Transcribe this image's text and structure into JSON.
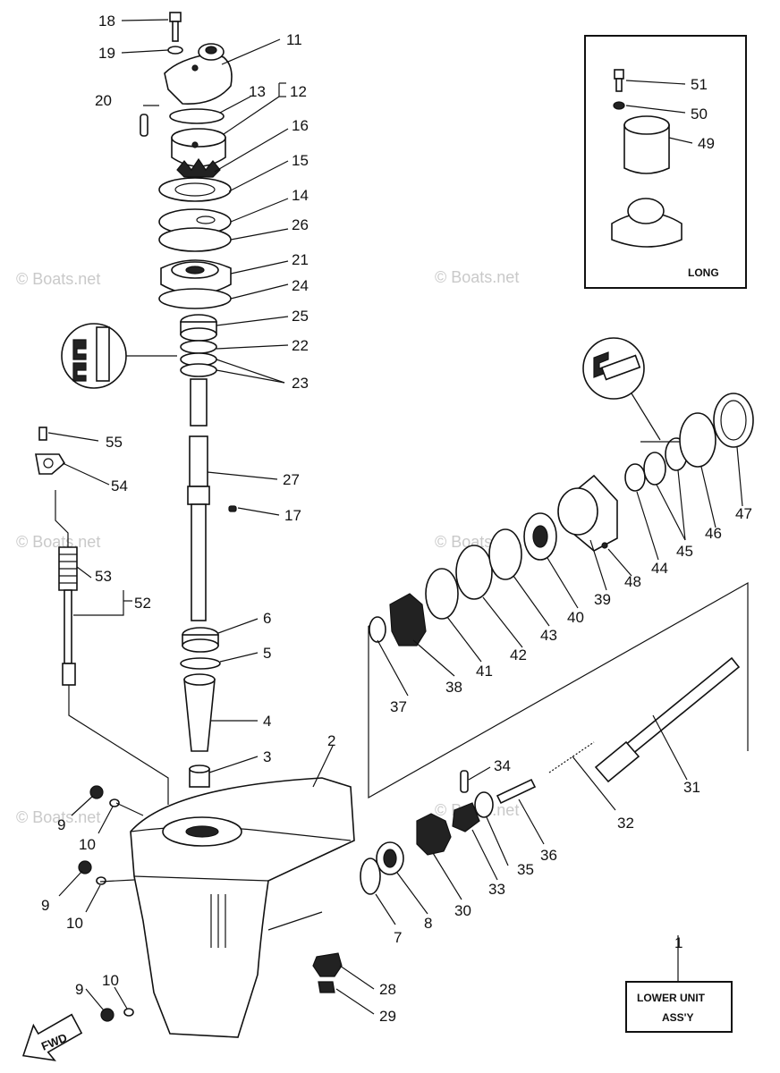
{
  "watermark": "© Boats.net",
  "inset": {
    "label": "LONG",
    "parts": [
      "51",
      "50",
      "49"
    ]
  },
  "title_box": {
    "part_no": "1",
    "line1": "LOWER UNIT",
    "line2": "ASS'Y"
  },
  "fwd_label": "FWD",
  "labels": {
    "p2": "2",
    "p3": "3",
    "p4": "4",
    "p5": "5",
    "p6": "6",
    "p7": "7",
    "p8": "8",
    "p9a": "9",
    "p9b": "9",
    "p9c": "9",
    "p10a": "10",
    "p10b": "10",
    "p10c": "10",
    "p11": "11",
    "p12": "12",
    "p13": "13",
    "p14": "14",
    "p15": "15",
    "p16": "16",
    "p17": "17",
    "p18": "18",
    "p19": "19",
    "p20": "20",
    "p21": "21",
    "p22": "22",
    "p23": "23",
    "p24": "24",
    "p25": "25",
    "p26": "26",
    "p27": "27",
    "p28": "28",
    "p29": "29",
    "p30": "30",
    "p31": "31",
    "p32": "32",
    "p33": "33",
    "p34": "34",
    "p35": "35",
    "p36": "36",
    "p37": "37",
    "p38": "38",
    "p39": "39",
    "p40": "40",
    "p41": "41",
    "p42": "42",
    "p43": "43",
    "p44": "44",
    "p45": "45",
    "p46": "46",
    "p47": "47",
    "p48": "48",
    "p49": "49",
    "p50": "50",
    "p51": "51",
    "p52": "52",
    "p53": "53",
    "p54": "54",
    "p55": "55"
  }
}
